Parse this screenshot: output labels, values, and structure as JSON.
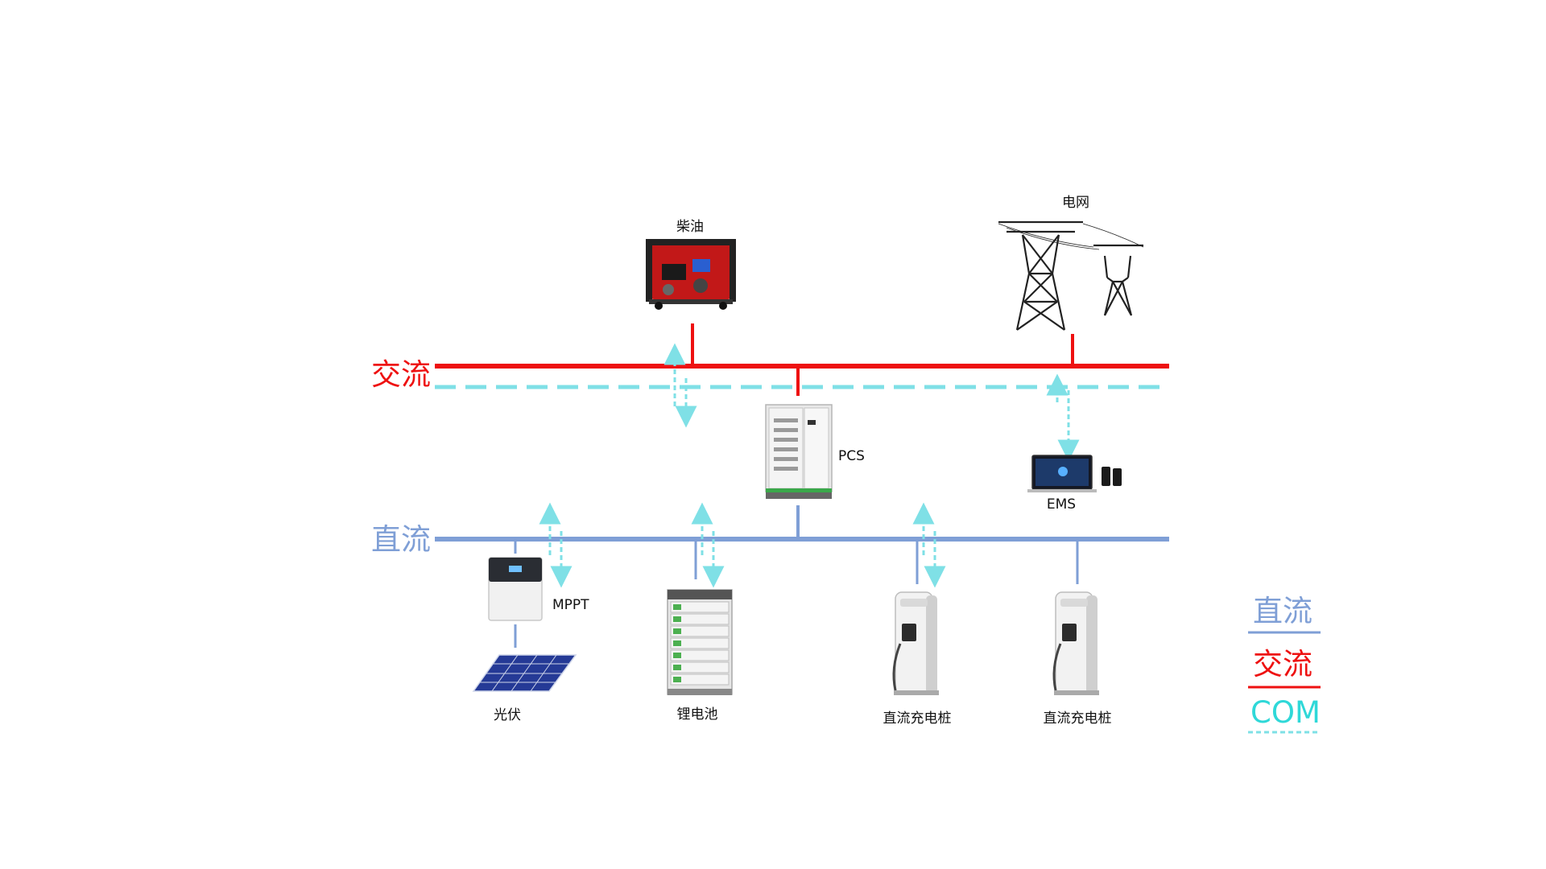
{
  "colors": {
    "ac": "#ee1111",
    "dc": "#7f9fd6",
    "com": "#7fe0e6",
    "com_text": "#2fd8d8"
  },
  "buses": {
    "ac": "交流",
    "dc": "直流"
  },
  "devices": {
    "diesel": "柴油",
    "grid": "电网",
    "pcs": "PCS",
    "ems": "EMS",
    "mppt": "MPPT",
    "pv": "光伏",
    "battery": "锂电池",
    "charger1": "直流充电桩",
    "charger2": "直流充电桩"
  },
  "legend": {
    "dc": "直流",
    "ac": "交流",
    "com": "COM"
  }
}
